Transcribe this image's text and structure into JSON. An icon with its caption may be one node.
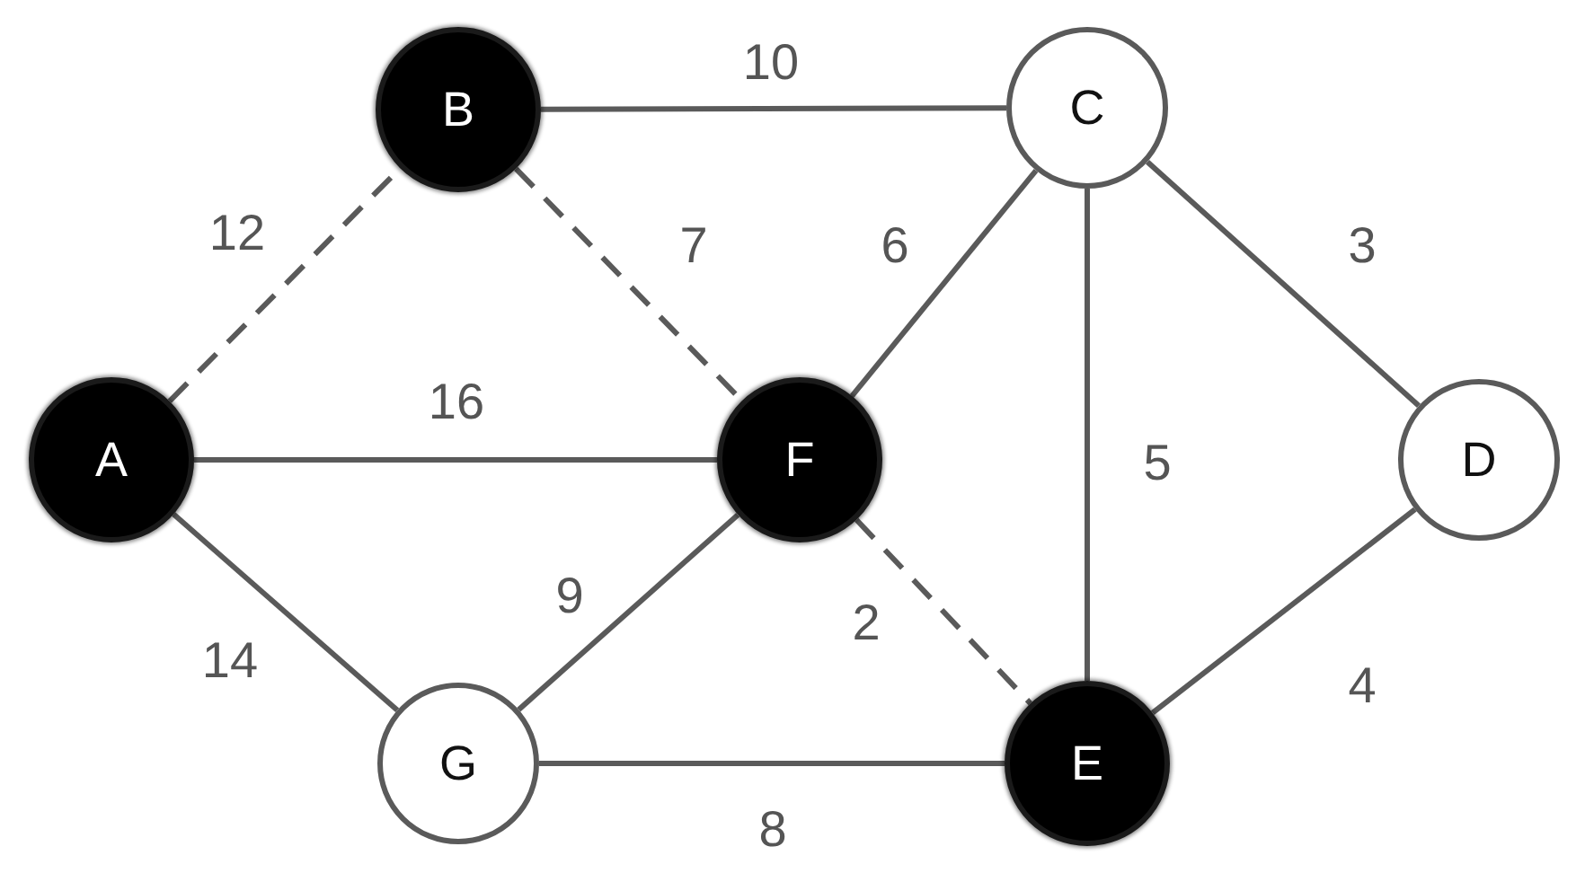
{
  "diagram": {
    "nodes": [
      {
        "text": [
          "B"
        ]
      },
      {
        "text": [
          "C"
        ]
      },
      {
        "text": [
          "A"
        ]
      },
      {
        "text": [
          "F"
        ]
      },
      {
        "text": [
          "D"
        ]
      },
      {
        "text": [
          "G"
        ]
      },
      {
        "text": [
          "E"
        ]
      }
    ],
    "edges": [
      {
        "from": 0,
        "to": 1,
        "arrow": "none",
        "label": "10"
      },
      {
        "from": 2,
        "to": 0,
        "arrow": "none",
        "label": "12",
        "style": "dashed"
      },
      {
        "from": 0,
        "to": 3,
        "arrow": "none",
        "label": "7",
        "style": "dashed"
      },
      {
        "from": 1,
        "to": 3,
        "arrow": "none",
        "label": "6"
      },
      {
        "from": 1,
        "to": 4,
        "arrow": "none",
        "label": "3"
      },
      {
        "from": 2,
        "to": 3,
        "arrow": "none",
        "label": "16"
      },
      {
        "from": 1,
        "to": 6,
        "arrow": "none",
        "label": "5"
      },
      {
        "from": 3,
        "to": 5,
        "arrow": "none",
        "label": "9"
      },
      {
        "from": 3,
        "to": 6,
        "arrow": "none",
        "label": "2",
        "style": "dashed"
      },
      {
        "from": 2,
        "to": 5,
        "arrow": "none",
        "label": "14"
      },
      {
        "from": 4,
        "to": 6,
        "arrow": "none",
        "label": "4"
      },
      {
        "from": 5,
        "to": 6,
        "arrow": "none",
        "label": "8"
      }
    ]
  }
}
